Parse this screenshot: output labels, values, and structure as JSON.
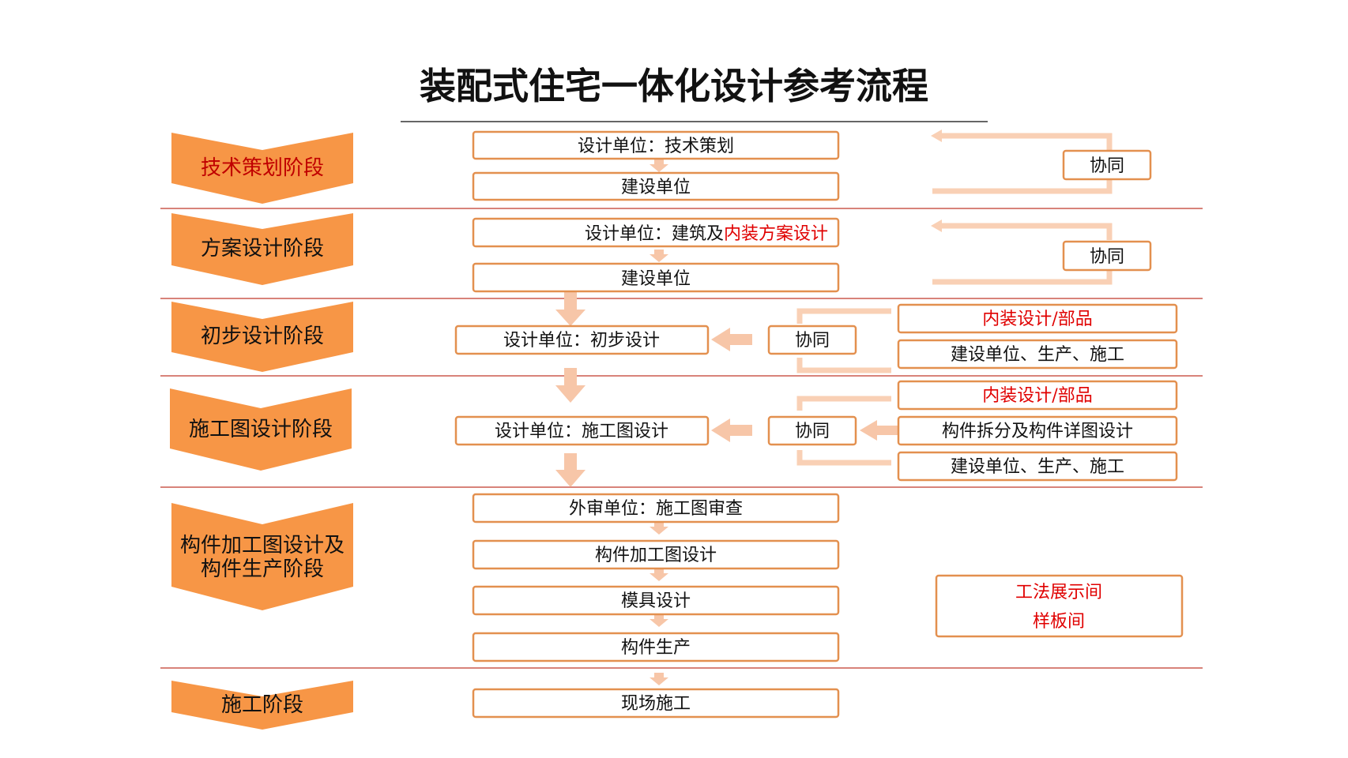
{
  "title": "装配式住宅一体化设计参考流程",
  "colors": {
    "stage_fill": "#F79646",
    "box_border": "#E3904F",
    "arrow": "#F7C6A8",
    "divider": "#C0392B",
    "red_text": "#E00000",
    "dark_red_text": "#C00000",
    "text": "#111111"
  },
  "stages": [
    {
      "name": "技术策划阶段",
      "name_color": "#C00000"
    },
    {
      "name": "方案设计阶段"
    },
    {
      "name": "初步设计阶段"
    },
    {
      "name": "施工图设计阶段"
    },
    {
      "name_line1": "构件加工图设计及",
      "name_line2": "构件生产阶段"
    },
    {
      "name": "施工阶段"
    }
  ],
  "flow": {
    "s1": {
      "design": "设计单位：技术策划",
      "owner": "建设单位",
      "collab": "协同"
    },
    "s2": {
      "design_prefix": "设计单位：建筑及",
      "design_highlight": "内装方案设计",
      "owner": "建设单位",
      "collab": "协同"
    },
    "s3": {
      "design": "设计单位：初步设计",
      "collab": "协同",
      "inputs": [
        "内装设计/部品",
        "建设单位、生产、施工"
      ]
    },
    "s4": {
      "design": "设计单位：施工图设计",
      "collab": "协同",
      "inputs": [
        "内装设计/部品",
        "构件拆分及构件详图设计",
        "建设单位、生产、施工"
      ]
    },
    "s5": {
      "steps": [
        "外审单位：施工图审查",
        "构件加工图设计",
        "模具设计",
        "构件生产"
      ],
      "side_line1": "工法展示间",
      "side_line2": "样板间"
    },
    "s6": {
      "step": "现场施工"
    }
  }
}
